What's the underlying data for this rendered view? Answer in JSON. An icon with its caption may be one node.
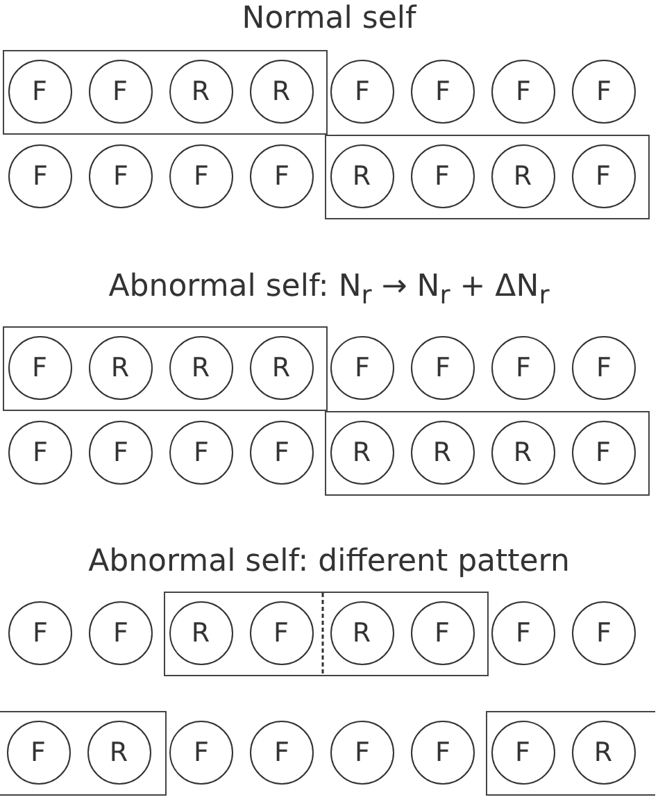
{
  "diagram": {
    "nodes": [
      {
        "text": [],
        "shape": "box"
      },
      {
        "text": [
          "F"
        ],
        "in": 0
      },
      {
        "text": [
          "F"
        ],
        "in": 0
      },
      {
        "text": [
          "R"
        ],
        "in": 0
      },
      {
        "text": [
          "R"
        ],
        "in": 0
      },
      {
        "text": [
          "F"
        ]
      },
      {
        "text": [
          "F"
        ]
      },
      {
        "text": [
          "F"
        ]
      },
      {
        "text": [
          "F"
        ]
      },
      {
        "text": [
          "F"
        ]
      },
      {
        "text": [
          "F"
        ]
      },
      {
        "text": [
          "F"
        ]
      },
      {
        "text": [
          "F"
        ]
      },
      {
        "text": [],
        "shape": "box"
      },
      {
        "text": [
          "R"
        ],
        "in": 13
      },
      {
        "text": [
          "F"
        ],
        "in": 13
      },
      {
        "text": [
          "R"
        ],
        "in": 13
      },
      {
        "text": [
          "F"
        ],
        "in": 13
      },
      {
        "text": [],
        "shape": "box"
      },
      {
        "text": [
          "F"
        ],
        "in": 18
      },
      {
        "text": [
          "R"
        ],
        "in": 18
      },
      {
        "text": [
          "R"
        ],
        "in": 18
      },
      {
        "text": [
          "R"
        ],
        "in": 18
      },
      {
        "text": [
          "F"
        ]
      },
      {
        "text": [
          "F"
        ]
      },
      {
        "text": [
          "F"
        ]
      },
      {
        "text": [
          "F"
        ]
      },
      {
        "text": [
          "F"
        ]
      },
      {
        "text": [
          "F"
        ]
      },
      {
        "text": [
          "F"
        ]
      },
      {
        "text": [
          "F"
        ]
      },
      {
        "text": [],
        "shape": "box"
      },
      {
        "text": [
          "R"
        ],
        "in": 31
      },
      {
        "text": [
          "R"
        ],
        "in": 31
      },
      {
        "text": [
          "R"
        ],
        "in": 31
      },
      {
        "text": [
          "F"
        ],
        "in": 31
      },
      {
        "text": [
          "F"
        ]
      },
      {
        "text": [
          "F"
        ]
      },
      {
        "text": [],
        "shape": "box"
      },
      {
        "text": [
          "R"
        ],
        "in": 38
      },
      {
        "text": [
          "F"
        ],
        "in": 38
      },
      {
        "text": [
          "R"
        ],
        "in": 38
      },
      {
        "text": [
          "F"
        ],
        "in": 38
      },
      {
        "text": [
          "F"
        ]
      },
      {
        "text": [
          "F"
        ]
      },
      {
        "text": [],
        "shape": "box"
      },
      {
        "text": [
          "F"
        ],
        "in": 45
      },
      {
        "text": [
          "R"
        ],
        "in": 45
      },
      {
        "text": [
          "F"
        ]
      },
      {
        "text": [
          "F"
        ]
      },
      {
        "text": [
          "F"
        ]
      },
      {
        "text": [
          "F"
        ]
      },
      {
        "text": [],
        "shape": "box"
      },
      {
        "text": [
          "F"
        ],
        "in": 52
      },
      {
        "text": [
          "R"
        ],
        "in": 52
      }
    ],
    "labels": [
      "Normal self",
      "Abnormal self: N$_{r}$ → N$_{r}$ + ΔN$_{r}$",
      "Abnormal self: different pattern"
    ]
  }
}
